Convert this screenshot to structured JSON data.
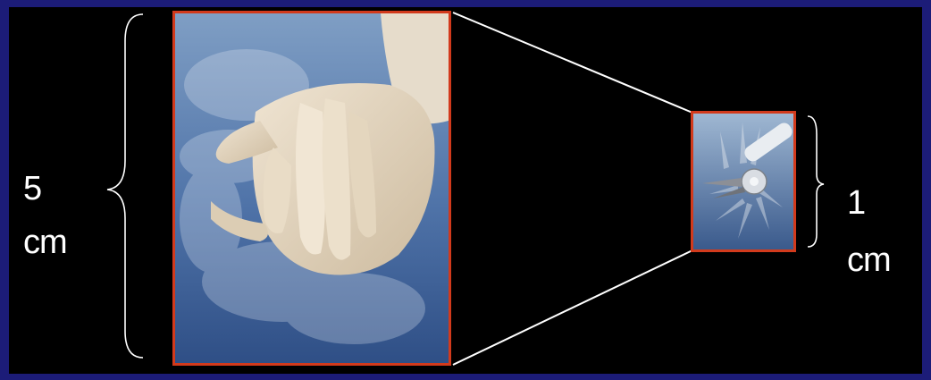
{
  "left_measure": {
    "value": "5",
    "unit": "cm"
  },
  "right_measure": {
    "value": "1",
    "unit": "cm"
  },
  "images": {
    "large": {
      "subject": "gloved-human-hand-icon"
    },
    "small": {
      "subject": "robotic-instrument-icon"
    }
  },
  "colors": {
    "slide_border": "#1c1c78",
    "stage_background": "#000000",
    "frame": "#d23a1c",
    "text": "#ffffff",
    "connector": "#ffffff"
  }
}
